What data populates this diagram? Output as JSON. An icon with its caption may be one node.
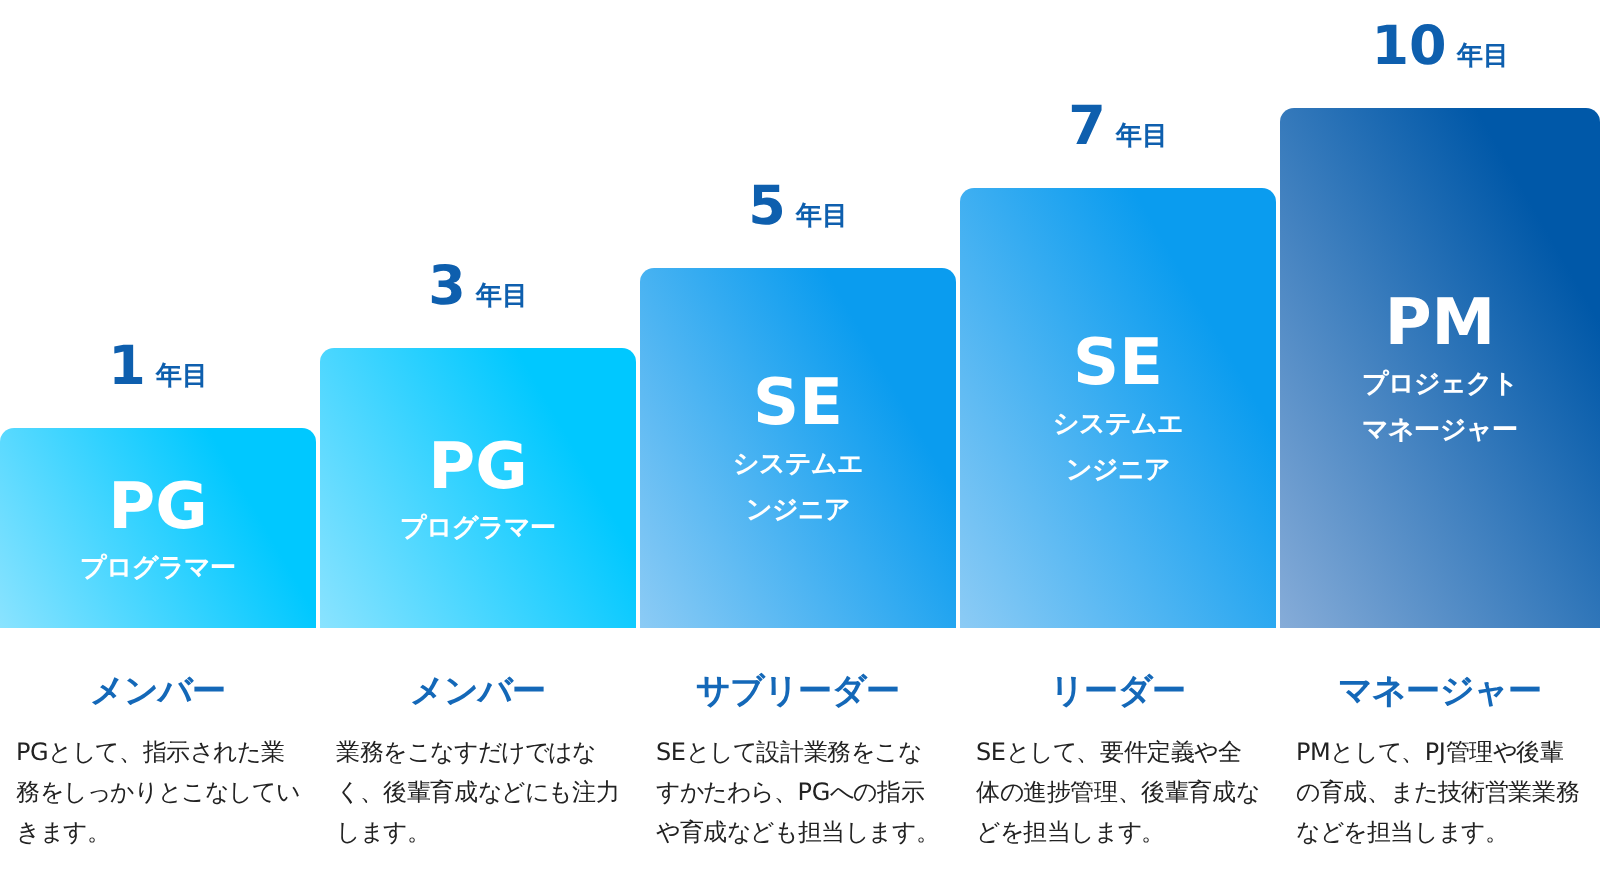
{
  "diagram": {
    "nodes": [
      {
        "text": [
          "PG",
          "プログラマー"
        ],
        "beside": [
          "1",
          "年目",
          "メンバー",
          "PGとして、指示された業務をしっかりとこなしていきます。"
        ]
      },
      {
        "text": [
          "PG",
          "プログラマー"
        ],
        "beside": [
          "3",
          "年目",
          "メンバー",
          "業務をこなすだけではなく、後輩育成などにも注力します。"
        ]
      },
      {
        "text": [
          "SE",
          "システムエンジニア"
        ],
        "beside": [
          "5",
          "年目",
          "サブリーダー",
          "SEとして設計業務をこなすかたわら、PGへの指示や育成なども担当します。"
        ]
      },
      {
        "text": [
          "SE",
          "システムエンジニア"
        ],
        "beside": [
          "7",
          "年目",
          "リーダー",
          "SEとして、要件定義や全体の進捗管理、後輩育成などを担当します。"
        ]
      },
      {
        "text": [
          "PM",
          "プロジェクトマネージャー"
        ],
        "beside": [
          "10",
          "年目",
          "マネージャー",
          "PMとして、PJ管理や後輩の育成、また技術営業業務などを担当します。"
        ]
      }
    ]
  }
}
